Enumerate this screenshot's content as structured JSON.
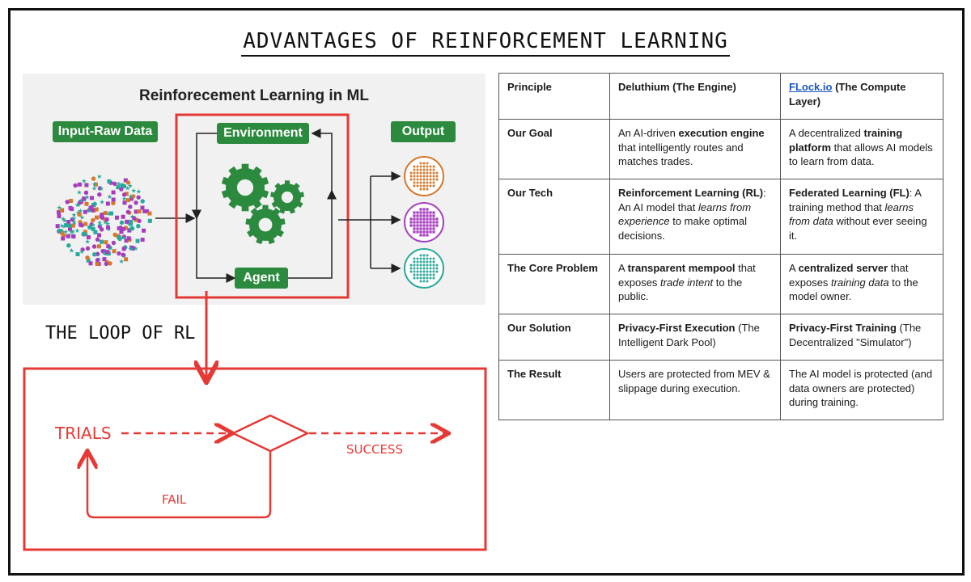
{
  "title": "ADVANTAGES OF REINFORCEMENT LEARNING",
  "diagram": {
    "heading": "Reinforecement Learning in ML",
    "input_label": "Input-Raw Data",
    "environment_label": "Environment",
    "agent_label": "Agent",
    "output_label": "Output",
    "colors": {
      "green": "#2b8a3e",
      "red": "#e53935",
      "orange": "#d4782a",
      "purple": "#a63dbe",
      "teal": "#28a99b"
    }
  },
  "loop": {
    "label": "THE LOOP OF RL",
    "trials": "TRIALS",
    "success": "SUCCESS",
    "fail": "FAIL"
  },
  "table": {
    "header": {
      "principle": "Principle",
      "engine": "Deluthium (The Engine)",
      "compute_link": "FLock.io",
      "compute_rest": " (The Compute Layer)"
    },
    "rows": [
      {
        "principle": "Our Goal",
        "engine": [
          "An AI-driven ",
          "execution engine",
          " that intelligently routes and matches trades."
        ],
        "compute": [
          "A decentralized ",
          "training platform",
          " that allows AI models to learn from data."
        ]
      },
      {
        "principle": "Our Tech",
        "engine": [
          "Reinforcement Learning (RL)",
          ": An AI model that ",
          "learns from experience",
          " to make optimal decisions."
        ],
        "compute": [
          "Federated Learning (FL)",
          ": A training method that ",
          "learns from data",
          " without ever seeing it."
        ]
      },
      {
        "principle": "The Core Problem",
        "engine": [
          "A ",
          "transparent mempool",
          " that exposes ",
          "trade intent",
          " to the public."
        ],
        "compute": [
          "A ",
          "centralized server",
          " that exposes ",
          "training data",
          " to the model owner."
        ]
      },
      {
        "principle": "Our Solution",
        "engine": [
          "Privacy-First Execution",
          " (The Intelligent Dark Pool)"
        ],
        "compute": [
          "Privacy-First Training",
          " (The Decentralized \"Simulator\")"
        ]
      },
      {
        "principle": "The Result",
        "engine": [
          "Users are protected from MEV & slippage during execution."
        ],
        "compute": [
          "The AI model is protected (and data owners are protected) during training."
        ]
      }
    ]
  }
}
